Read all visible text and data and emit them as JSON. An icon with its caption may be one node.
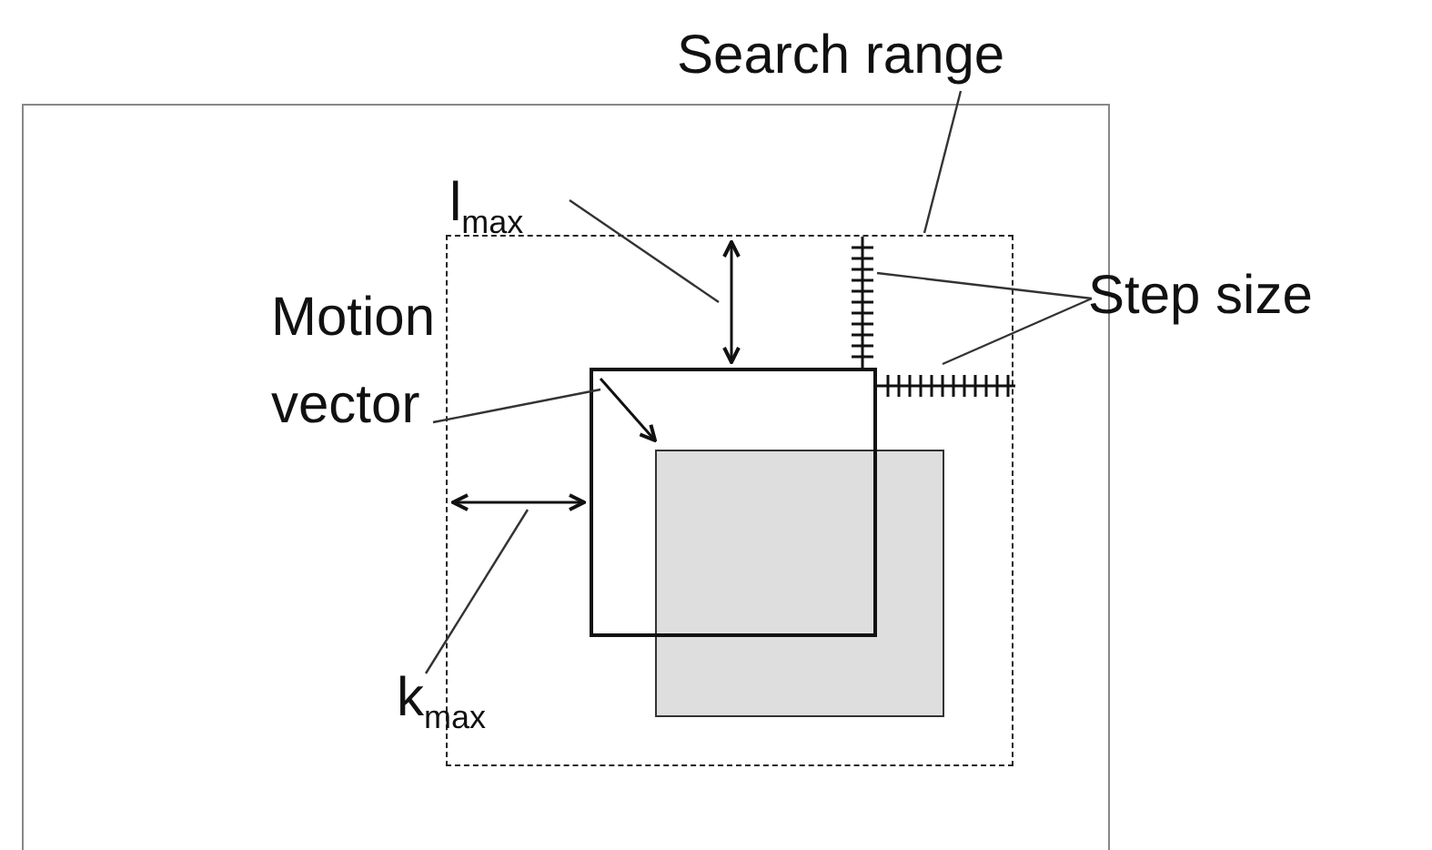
{
  "diagram": {
    "nodes": [
      {
        "text": [],
        "shape": "box"
      },
      {
        "text": [
          "Search range"
        ]
      },
      {
        "text": [],
        "shape": "box",
        "in": 0
      },
      {
        "text": [
          "Step size"
        ]
      },
      {
        "text": [],
        "shape": "bar",
        "in": 2
      },
      {
        "text": [],
        "shape": "bar",
        "in": 2
      },
      {
        "text": [
          "l$_{max}$"
        ],
        "in": 0
      },
      {
        "text": [],
        "shape": "arrow",
        "in": 2
      },
      {
        "text": [
          "Motion vector"
        ],
        "in": 0
      },
      {
        "text": [],
        "shape": "box",
        "in": 2
      },
      {
        "text": [],
        "shape": "arrow",
        "in": 9
      },
      {
        "text": [
          "k$_{max}$"
        ],
        "in": 0
      },
      {
        "text": [],
        "shape": "arrow",
        "in": 2
      },
      {
        "text": [],
        "shape": "box",
        "in": 2
      }
    ],
    "edges": [
      {
        "from": 1,
        "to": 2,
        "arrow": "none"
      },
      {
        "from": 3,
        "to": 4,
        "arrow": "none"
      },
      {
        "from": 3,
        "to": 5,
        "arrow": "none"
      },
      {
        "from": 6,
        "to": 7,
        "arrow": "none"
      },
      {
        "from": 8,
        "to": 10,
        "arrow": "none"
      },
      {
        "from": 11,
        "to": 12,
        "arrow": "none"
      }
    ]
  }
}
